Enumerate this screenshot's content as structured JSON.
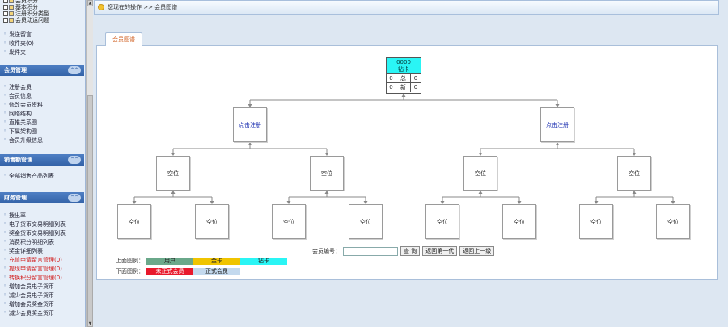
{
  "sidebar": {
    "top_checkboxes": [
      "会员积分",
      "基本积分",
      "注册积分类型",
      "会员动运问题"
    ],
    "top_items": [
      "发送留言",
      "收件夹(0)",
      "发件夹"
    ],
    "section_member": {
      "title": "会员管理",
      "items": [
        "注册会员",
        "会员信息",
        "修改会员资料",
        "网络结构",
        "直推关系图",
        "下属架构图",
        "会员升级信息"
      ]
    },
    "section_sales": {
      "title": "销售额管理",
      "items": [
        "全部销售产品列表"
      ]
    },
    "section_finance": {
      "title": "财务管理",
      "items": [
        {
          "label": "拨出率",
          "red": false
        },
        {
          "label": "电子货币交易明细列表",
          "red": false
        },
        {
          "label": "奖金货币交易明细列表",
          "red": false
        },
        {
          "label": "消费积分明细列表",
          "red": false
        },
        {
          "label": "奖金详细列表",
          "red": false
        },
        {
          "label": "充值申请留言管理(0)",
          "red": true
        },
        {
          "label": "提现申请留言管理(0)",
          "red": true
        },
        {
          "label": "转换积分留言管理(0)",
          "red": true
        },
        {
          "label": "增加会员电子货币",
          "red": false
        },
        {
          "label": "减少会员电子货币",
          "red": false
        },
        {
          "label": "增加会员奖金货币",
          "red": false
        },
        {
          "label": "减少会员奖金货币",
          "red": false
        }
      ]
    }
  },
  "breadcrumb": "您现在的操作 >> 会员图谱",
  "tab_label": "会员图谱",
  "root_node": {
    "code": "0000",
    "level": "钻卡",
    "left_total": "0",
    "total_label": "总",
    "right_total": "0",
    "left_new": "0",
    "new_label": "新",
    "right_new": "0"
  },
  "level1_nodes": [
    "点击注册",
    "点击注册"
  ],
  "level2_nodes": [
    "空位",
    "空位",
    "空位",
    "空位"
  ],
  "level3_nodes": [
    "空位",
    "空位",
    "空位",
    "空位",
    "空位",
    "空位",
    "空位",
    "空位"
  ],
  "search": {
    "label": "会员编号：",
    "value": "",
    "buttons": [
      "查 询",
      "返回第一代",
      "返回上一级"
    ]
  },
  "legend": {
    "upper_label": "上面图例：",
    "upper": [
      {
        "label": "用户",
        "color": "#6aa88a"
      },
      {
        "label": "金卡",
        "color": "#f0c400"
      },
      {
        "label": "钻卡",
        "color": "#2af5f5"
      }
    ],
    "lower_label": "下面图例：",
    "lower": [
      {
        "label": "未正式会员",
        "color": "#e8192c"
      },
      {
        "label": "正式会员",
        "color": "#c3d9ee"
      }
    ]
  }
}
